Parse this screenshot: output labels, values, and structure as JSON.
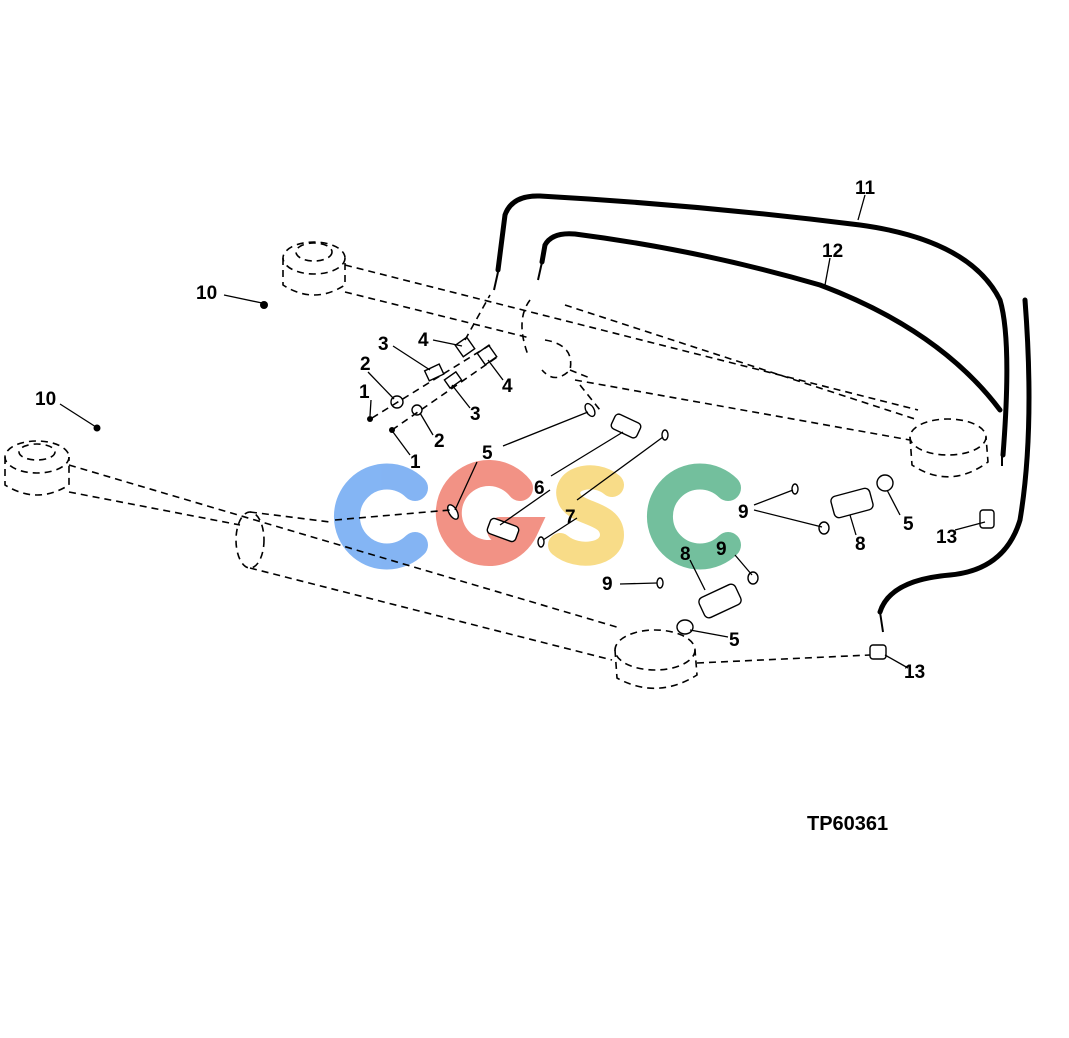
{
  "figure_id": "TP60361",
  "watermark": {
    "text": "CGSC",
    "letters": [
      {
        "char": "C",
        "color": "#6fa8f2"
      },
      {
        "char": "G",
        "color": "#f08070"
      },
      {
        "char": "S",
        "color": "#f7d774"
      },
      {
        "char": "C",
        "color": "#5bb58c"
      }
    ]
  },
  "callouts": {
    "c1a": "1",
    "c1b": "1",
    "c2a": "2",
    "c2b": "2",
    "c3a": "3",
    "c3b": "3",
    "c4a": "4",
    "c4b": "4",
    "c5a": "5",
    "c5b": "5",
    "c5c": "5",
    "c6": "6",
    "c7": "7",
    "c8a": "8",
    "c8b": "8",
    "c9a": "9",
    "c9b": "9",
    "c9c": "9",
    "c10a": "10",
    "c10b": "10",
    "c11": "11",
    "c12": "12",
    "c13a": "13",
    "c13b": "13"
  }
}
